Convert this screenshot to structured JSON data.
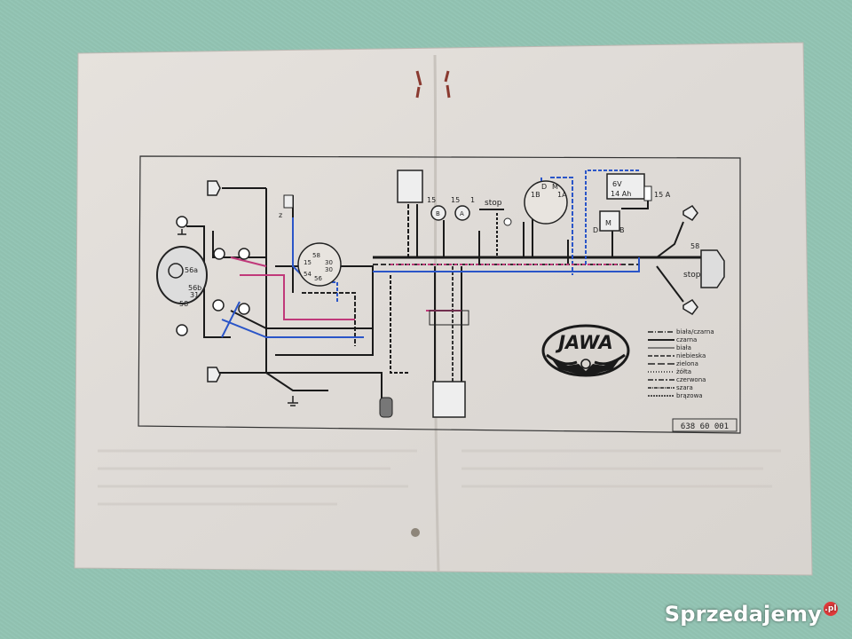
{
  "diagram": {
    "brand": "JAWA",
    "part_number": "638 60 001",
    "legend": [
      "biała/czarna",
      "czarna",
      "biała",
      "niebieska",
      "zielona",
      "żółta",
      "czerwona",
      "szara",
      "brązowa"
    ],
    "labels": {
      "battery_voltage": "6V",
      "battery_capacity": "14 Ah",
      "fuse": "15 A",
      "stop_top": "stop",
      "stop_right": "stop",
      "term_15a": "15",
      "term_15b": "15",
      "term_1": "1",
      "gauge_b": "B",
      "gauge_a": "A",
      "term_1b": "1B",
      "term_d": "D",
      "term_m": "M",
      "term_1a": "1A",
      "reg_d": "D",
      "reg_m": "M",
      "reg_b": "B",
      "term_58_right": "58",
      "term_56a": "56a",
      "term_56b": "56b",
      "term_31": "31",
      "term_58_left": "58",
      "switch_15": "15",
      "switch_58": "58",
      "switch_30a": "30",
      "switch_54": "54",
      "switch_56": "56",
      "switch_30b": "30",
      "horn_z": "z"
    }
  },
  "watermark": {
    "text": "Sprzedajemy",
    "suffix": ".pl"
  }
}
